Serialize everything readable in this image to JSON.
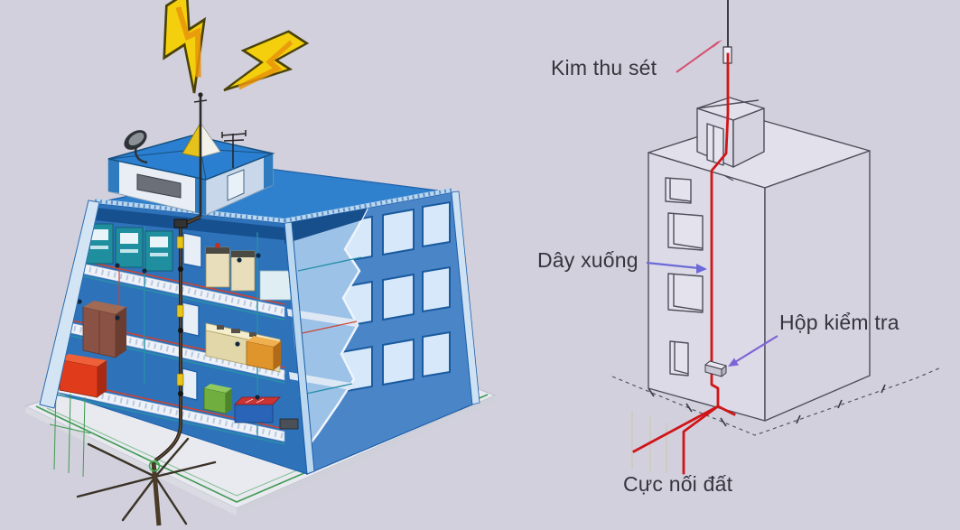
{
  "scene": {
    "background_color": "#d2d0dd",
    "description": "Lightning protection system diagram: colorful building cutaway struck by lightning (left) and schematic line building with labelled protection parts (right)"
  },
  "left_figure": {
    "name": "building-cutaway-lightning-strike",
    "colors": {
      "building_blue": "#2f80cd",
      "interior_blue": "#2e72ba",
      "lightning_yellow": "#f4cf0e",
      "down_conductor_dark": "#2b2118",
      "platform_green_trim": "#3f9a52"
    }
  },
  "right_figure": {
    "name": "lightning-protection-schematic",
    "outline_color": "#4e4e5a",
    "conductor_red": "#d01518",
    "labels": {
      "lightning_rod": "Kim thu sét",
      "down_conductor": "Dây xuống",
      "inspection_box": "Hộp kiểm tra",
      "ground_electrode": "Cực nối đất"
    },
    "arrow_colors": {
      "lightning_rod": "#d5506e",
      "down_conductor": "#6b6ad8",
      "inspection_box": "#7e63d6"
    }
  }
}
